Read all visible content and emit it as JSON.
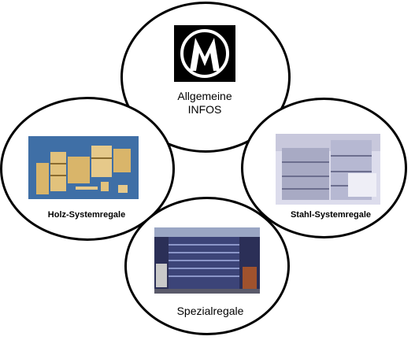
{
  "top": {
    "line1": "Allgemeine",
    "line2": "INFOS",
    "logo_icon": "m-logo-icon"
  },
  "left": {
    "label": "Holz-Systemregale",
    "image_icon": "wooden-shelving-image"
  },
  "right": {
    "label": "Stahl-Systemregale",
    "image_icon": "steel-shelving-image"
  },
  "bottom": {
    "label": "Spezialregale",
    "image_icon": "special-racks-image"
  },
  "colors": {
    "outline": "#000000",
    "background": "#ffffff"
  }
}
